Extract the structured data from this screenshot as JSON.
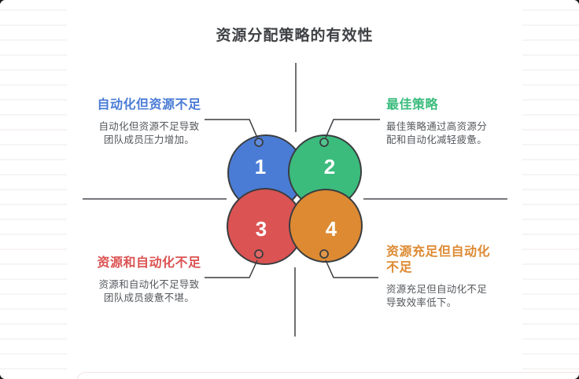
{
  "title": "资源分配策略的有效性",
  "quadrants": {
    "top_left": {
      "heading": "自动化但资源不足",
      "description": "自动化但资源不足导致团队成员压力增加。"
    },
    "top_right": {
      "heading": "最佳策略",
      "description": "最佳策略通过高资源分配和自动化减轻疲惫。"
    },
    "bottom_left": {
      "heading": "资源和自动化不足",
      "description": "资源和自动化不足导致团队成员疲惫不堪。"
    },
    "bottom_right": {
      "heading": "资源充足但自动化不足",
      "description": "资源充足但自动化不足导致效率低下。"
    }
  },
  "circles": [
    {
      "number": "1",
      "color": "#4a7cd6"
    },
    {
      "number": "2",
      "color": "#3bbc7d"
    },
    {
      "number": "3",
      "color": "#dc5353"
    },
    {
      "number": "4",
      "color": "#dd8a32"
    }
  ],
  "colors": {
    "heading_top_left": "#4a7cd6",
    "heading_top_right": "#3bbc7d",
    "heading_bottom_left": "#dc5353",
    "heading_bottom_right": "#dd8a32",
    "title_text": "#3f4245",
    "description_text": "#54585c",
    "outline": "#3a3d40"
  }
}
